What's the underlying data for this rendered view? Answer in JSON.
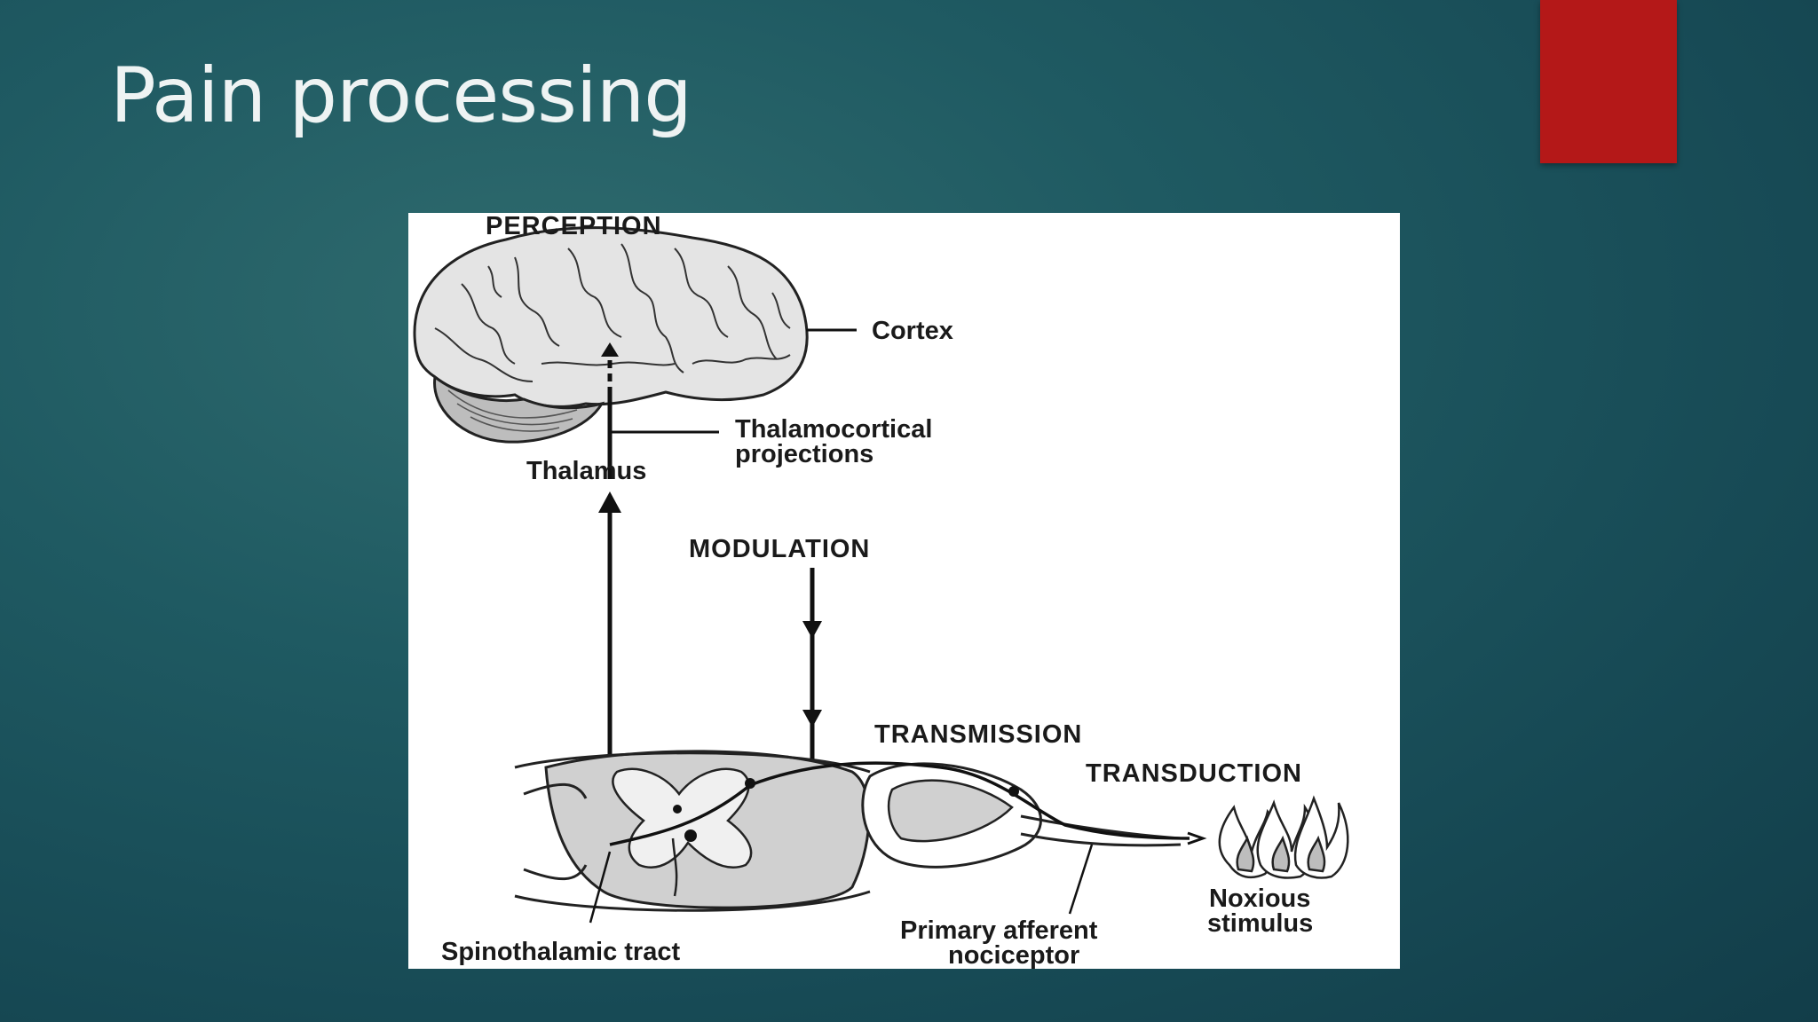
{
  "slide": {
    "title": "Pain processing",
    "accent_color": "#b41818"
  },
  "diagram": {
    "labels": {
      "perception": "PERCEPTION",
      "cortex": "Cortex",
      "thalamocortical_1": "Thalamocortical",
      "thalamocortical_2": "projections",
      "thalamus": "Thalamus",
      "modulation": "MODULATION",
      "transmission": "TRANSMISSION",
      "transduction": "TRANSDUCTION",
      "noxious_1": "Noxious",
      "noxious_2": "stimulus",
      "primary_1": "Primary afferent",
      "primary_2": "nociceptor",
      "spinothalamic": "Spinothalamic tract"
    }
  }
}
